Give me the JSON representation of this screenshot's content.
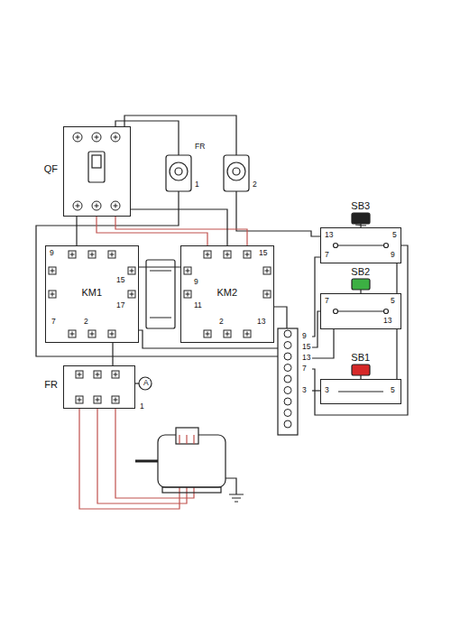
{
  "diagram": {
    "nodes": [
      {
        "text": [
          "QF"
        ]
      },
      {
        "text": [
          "KM1"
        ]
      },
      {
        "text": [
          "KM2"
        ]
      },
      {
        "text": [
          "FR"
        ]
      },
      {
        "text": [
          "SB3"
        ]
      },
      {
        "text": [
          "SB2"
        ]
      },
      {
        "text": [
          "SB1"
        ]
      }
    ],
    "edges": [
      {
        "from": 0,
        "to": 1,
        "arrow": "none"
      },
      {
        "from": 0,
        "to": 2,
        "arrow": "none"
      },
      {
        "from": 1,
        "to": 2,
        "arrow": "none"
      },
      {
        "from": 1,
        "to": 3,
        "arrow": "none"
      },
      {
        "from": 4,
        "to": 5,
        "arrow": "none"
      },
      {
        "from": 5,
        "to": 6,
        "arrow": "none"
      }
    ],
    "labels": [
      "FR",
      "1",
      "2",
      "9",
      "15",
      "17",
      "7",
      "2",
      "9",
      "11",
      "15",
      "13",
      "2",
      "9",
      "15",
      "13",
      "7",
      "3",
      "13",
      "5",
      "7",
      "9",
      "7",
      "5",
      "13",
      "3",
      "5",
      "A",
      "1"
    ]
  }
}
